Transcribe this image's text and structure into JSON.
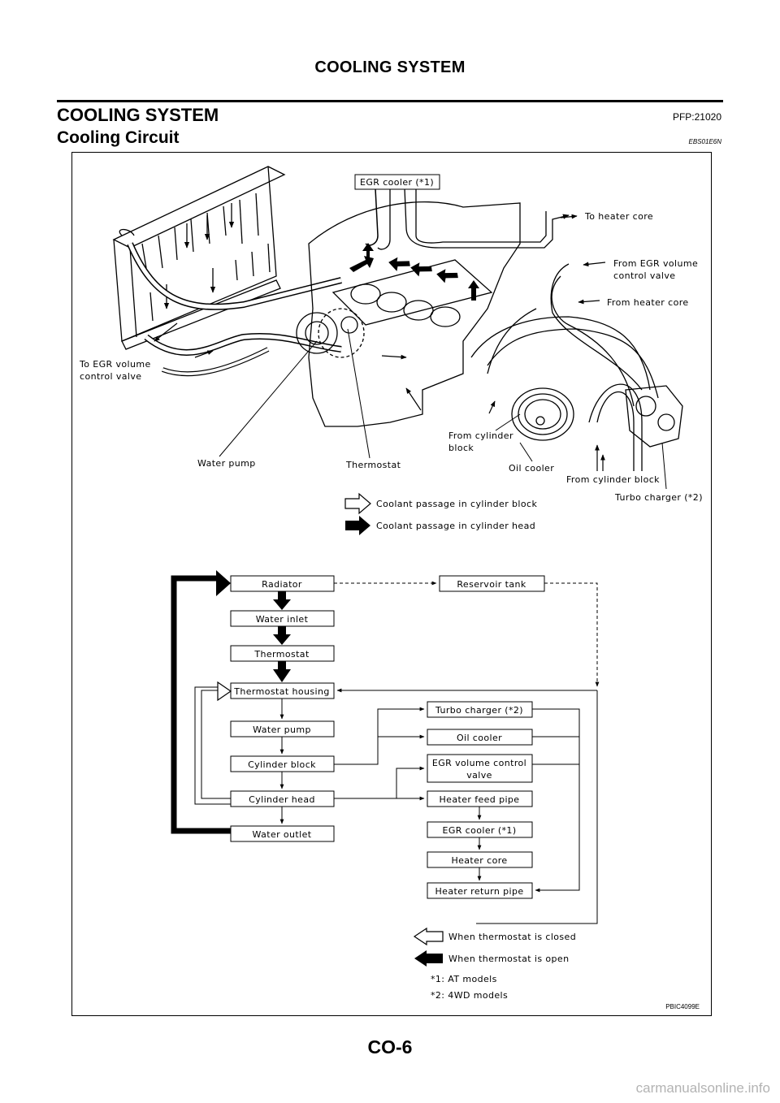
{
  "header": {
    "title": "COOLING SYSTEM"
  },
  "section": {
    "title": "COOLING SYSTEM",
    "code": "PFP:21020"
  },
  "subsection": {
    "title": "Cooling Circuit",
    "code": "EBS01E6N"
  },
  "illustration": {
    "labels": {
      "egr_cooler": "EGR cooler (*1)",
      "to_heater_core": "To heater core",
      "from_egr_1": "From EGR volume",
      "from_egr_2": "control valve",
      "from_heater_core": "From heater core",
      "to_egr_1": "To EGR volume",
      "to_egr_2": "control valve",
      "from_cyl_block_1": "From cylinder",
      "from_cyl_block_2": "block",
      "water_pump": "Water pump",
      "thermostat": "Thermostat",
      "oil_cooler": "Oil cooler",
      "from_cyl_block_full": "From cylinder block",
      "turbo": "Turbo charger (*2)"
    },
    "legend": {
      "block": "Coolant passage in cylinder block",
      "head": "Coolant passage in cylinder head"
    }
  },
  "flowchart": {
    "left_boxes": [
      "Radiator",
      "Water inlet",
      "Thermostat",
      "Thermostat housing",
      "Water pump",
      "Cylinder block",
      "Cylinder head",
      "Water outlet"
    ],
    "right_boxes": [
      "Reservoir tank",
      "Turbo charger (*2)",
      "Oil cooler",
      "EGR volume control",
      "valve",
      "Heater feed pipe",
      "EGR cooler (*1)",
      "Heater core",
      "Heater return pipe"
    ],
    "legend": {
      "closed": "When thermostat is closed",
      "open": "When thermostat is open"
    },
    "notes": [
      "*1: AT models",
      "*2: 4WD models"
    ]
  },
  "figure_id": "PBIC4099E",
  "page_number": "CO-6",
  "watermark": "carmanualsonline.info"
}
